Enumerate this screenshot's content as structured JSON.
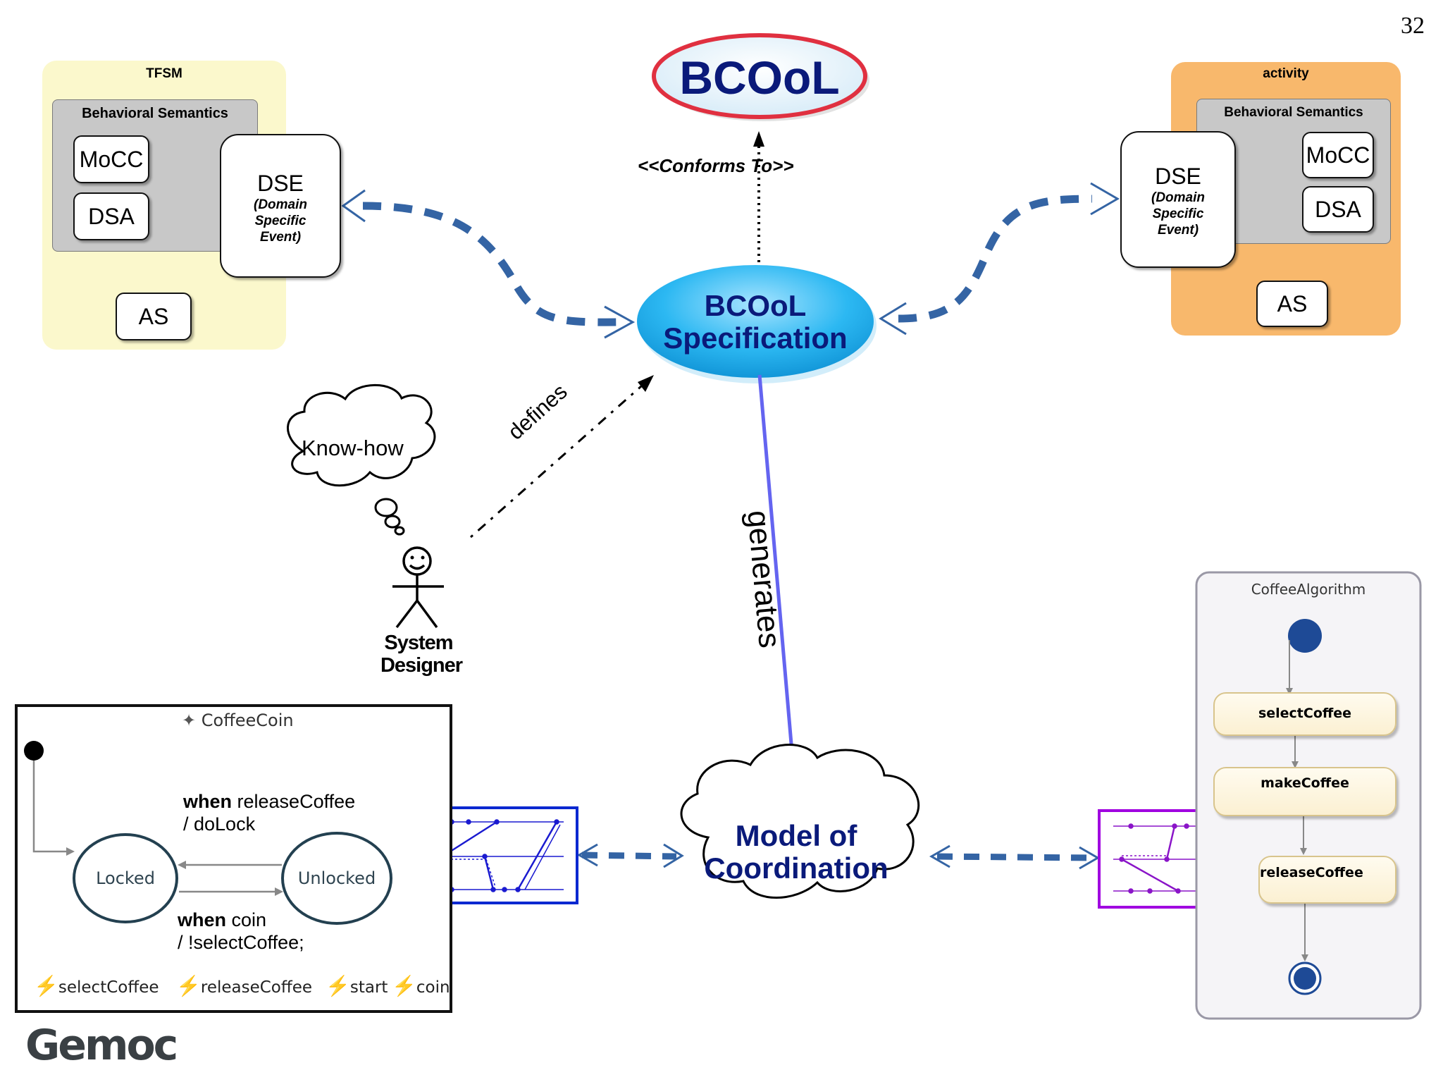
{
  "page_number": "32",
  "bcool": {
    "title": "BCOoL",
    "conforms_label": "<<Conforms To>>",
    "spec_line1": "BCOoL",
    "spec_line2": "Specification"
  },
  "left_panel": {
    "title": "TFSM",
    "semantics_title": "Behavioral Semantics",
    "mocc": "MoCC",
    "dsa": "DSA",
    "as": "AS",
    "dse_title": "DSE",
    "dse_sub1": "(Domain",
    "dse_sub2": "Specific",
    "dse_sub3": "Event)"
  },
  "right_panel": {
    "title": "activity",
    "semantics_title": "Behavioral Semantics",
    "mocc": "MoCC",
    "dsa": "DSA",
    "as": "AS",
    "dse_title": "DSE",
    "dse_sub1": "(Domain",
    "dse_sub2": "Specific",
    "dse_sub3": "Event)"
  },
  "designer": {
    "thought": "Know-how",
    "defines_label": "defines",
    "name_line1": "System",
    "name_line2": "Designer"
  },
  "generates_label": "generates",
  "coordination": {
    "line1": "Model of",
    "line2": "Coordination"
  },
  "coffee_coin": {
    "title": "CoffeeCoin",
    "state_locked": "Locked",
    "state_unlocked": "Unlocked",
    "trans_top_kw": "when",
    "trans_top_event": " releaseCoffee",
    "trans_top_action": "/ doLock",
    "trans_bot_kw": "when",
    "trans_bot_event": " coin",
    "trans_bot_action": "/ !selectCoffee;",
    "events": [
      "selectCoffee",
      "releaseCoffee",
      "start",
      "coin"
    ]
  },
  "coffee_algorithm": {
    "title": "CoffeeAlgorithm",
    "nodes": [
      "selectCoffee",
      "makeCoffee",
      "releaseCoffee"
    ]
  },
  "logo": "Gemoc",
  "colors": {
    "tfsm_bg": "#fbf8cc",
    "activity_bg": "#f8b86c",
    "dashed_arrow": "#3464a4",
    "purple_link": "#9966a0",
    "generates_arrow": "#6464f0",
    "spec_ellipse": "#22b4f0",
    "bcool_border": "#e03040",
    "text_navy": "#0a1a7a",
    "left_trace_border": "#0a28d0",
    "right_trace_border": "#a000e0"
  }
}
